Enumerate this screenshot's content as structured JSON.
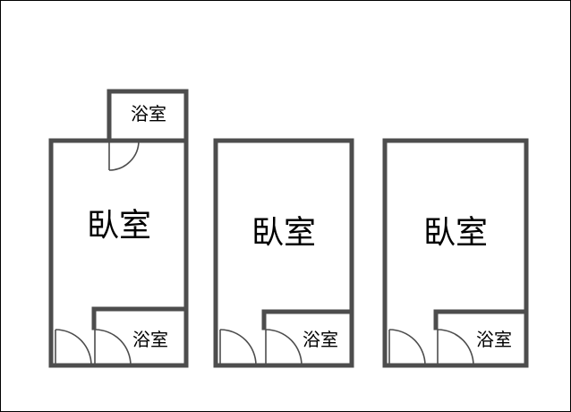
{
  "page": {
    "title": "floor-plan",
    "background": "#ffffff",
    "border_color": "#000000"
  },
  "colors": {
    "wall": "#4d4d4d",
    "door": "#4d4d4d",
    "label": "#000000"
  },
  "units": [
    {
      "name": "left-unit",
      "bedroom": {
        "label": "臥室"
      },
      "bathroom_top": {
        "label": "浴室"
      },
      "bathroom_bottom": {
        "label": "浴室"
      }
    },
    {
      "name": "middle-unit",
      "bedroom": {
        "label": "臥室"
      },
      "bathroom_bottom": {
        "label": "浴室"
      }
    },
    {
      "name": "right-unit",
      "bedroom": {
        "label": "臥室"
      },
      "bathroom_bottom": {
        "label": "浴室"
      }
    }
  ]
}
